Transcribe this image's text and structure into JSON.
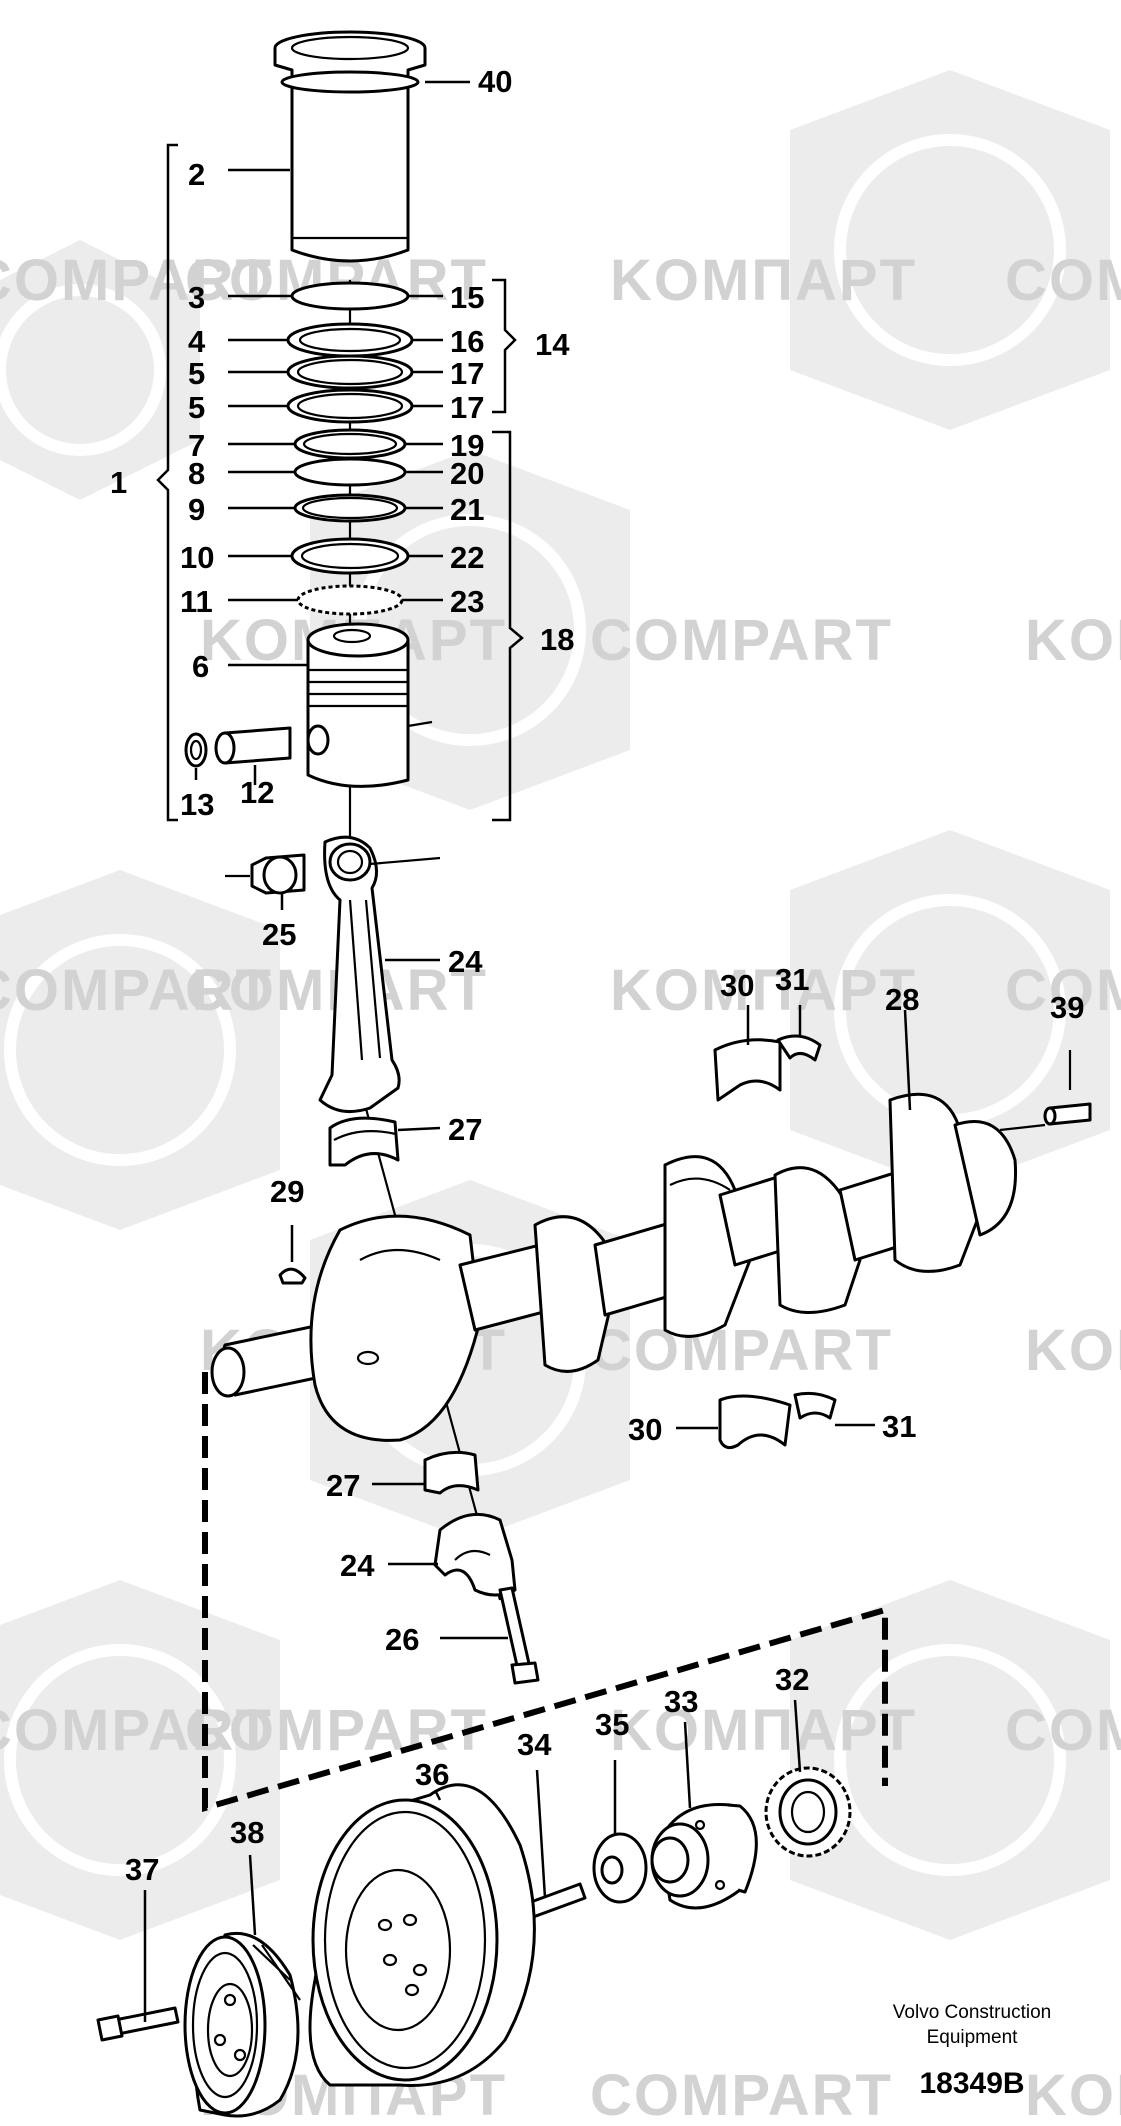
{
  "diagram": {
    "watermark_text": "KOMПAPT",
    "watermark_text_latin": "COMPART",
    "caption_line1": "Volvo Construction",
    "caption_line2": "Equipment",
    "document_number": "18349B"
  },
  "callouts": {
    "c1": "1",
    "c2": "2",
    "c3": "3",
    "c4": "4",
    "c5a": "5",
    "c5b": "5",
    "c6": "6",
    "c7": "7",
    "c8": "8",
    "c9": "9",
    "c10": "10",
    "c11": "11",
    "c12": "12",
    "c13": "13",
    "c14": "14",
    "c15": "15",
    "c16": "16",
    "c17a": "17",
    "c17b": "17",
    "c18": "18",
    "c19": "19",
    "c20": "20",
    "c21": "21",
    "c22": "22",
    "c23": "23",
    "c24a": "24",
    "c24b": "24",
    "c25": "25",
    "c26": "26",
    "c27a": "27",
    "c27b": "27",
    "c28": "28",
    "c29": "29",
    "c30a": "30",
    "c30b": "30",
    "c31a": "31",
    "c31b": "31",
    "c32": "32",
    "c33": "33",
    "c34": "34",
    "c35": "35",
    "c36": "36",
    "c37": "37",
    "c38": "38",
    "c39": "39",
    "c40": "40"
  }
}
